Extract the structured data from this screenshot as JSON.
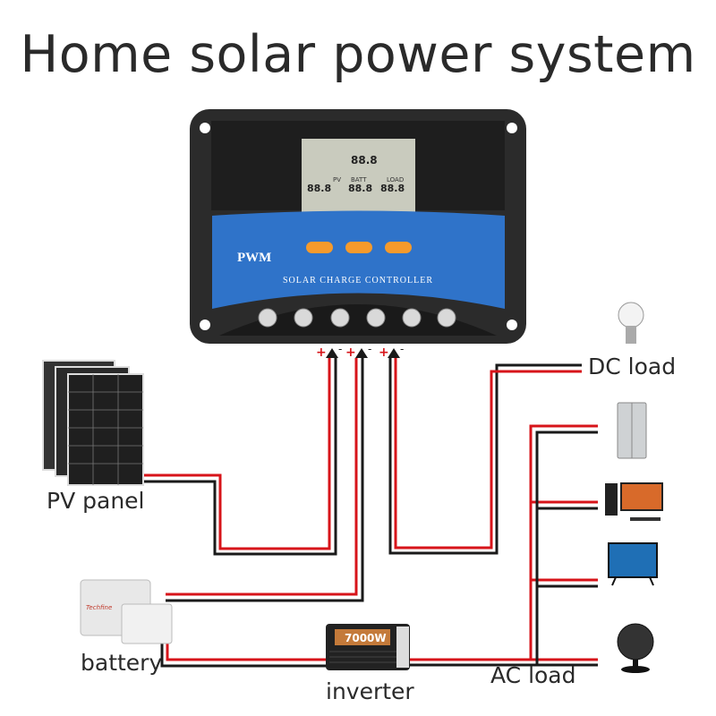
{
  "title": "Home solar power system",
  "controller": {
    "model": "PWM",
    "name": "SOLAR CHARGE CONTROLLER",
    "lcd": {
      "pv": "PV",
      "batt": "BATT",
      "load": "LOAD",
      "digits": "88.8",
      "batt_digits": "88.8"
    },
    "terminals": [
      {
        "plus": "+",
        "minus": "-"
      },
      {
        "plus": "+",
        "minus": "-"
      },
      {
        "plus": "+",
        "minus": "-"
      }
    ]
  },
  "labels": {
    "pv_panel": "PV panel",
    "battery": "battery",
    "inverter": "inverter",
    "dc_load": "DC load",
    "ac_load": "AC load"
  },
  "inverter": {
    "power": "7000W"
  },
  "battery": {
    "brand": "Techfine"
  },
  "colors": {
    "wire_positive": "#d7141a",
    "wire_negative": "#1a1a1a",
    "controller_blue": "#2f73c9",
    "button_orange": "#f59a2c"
  }
}
